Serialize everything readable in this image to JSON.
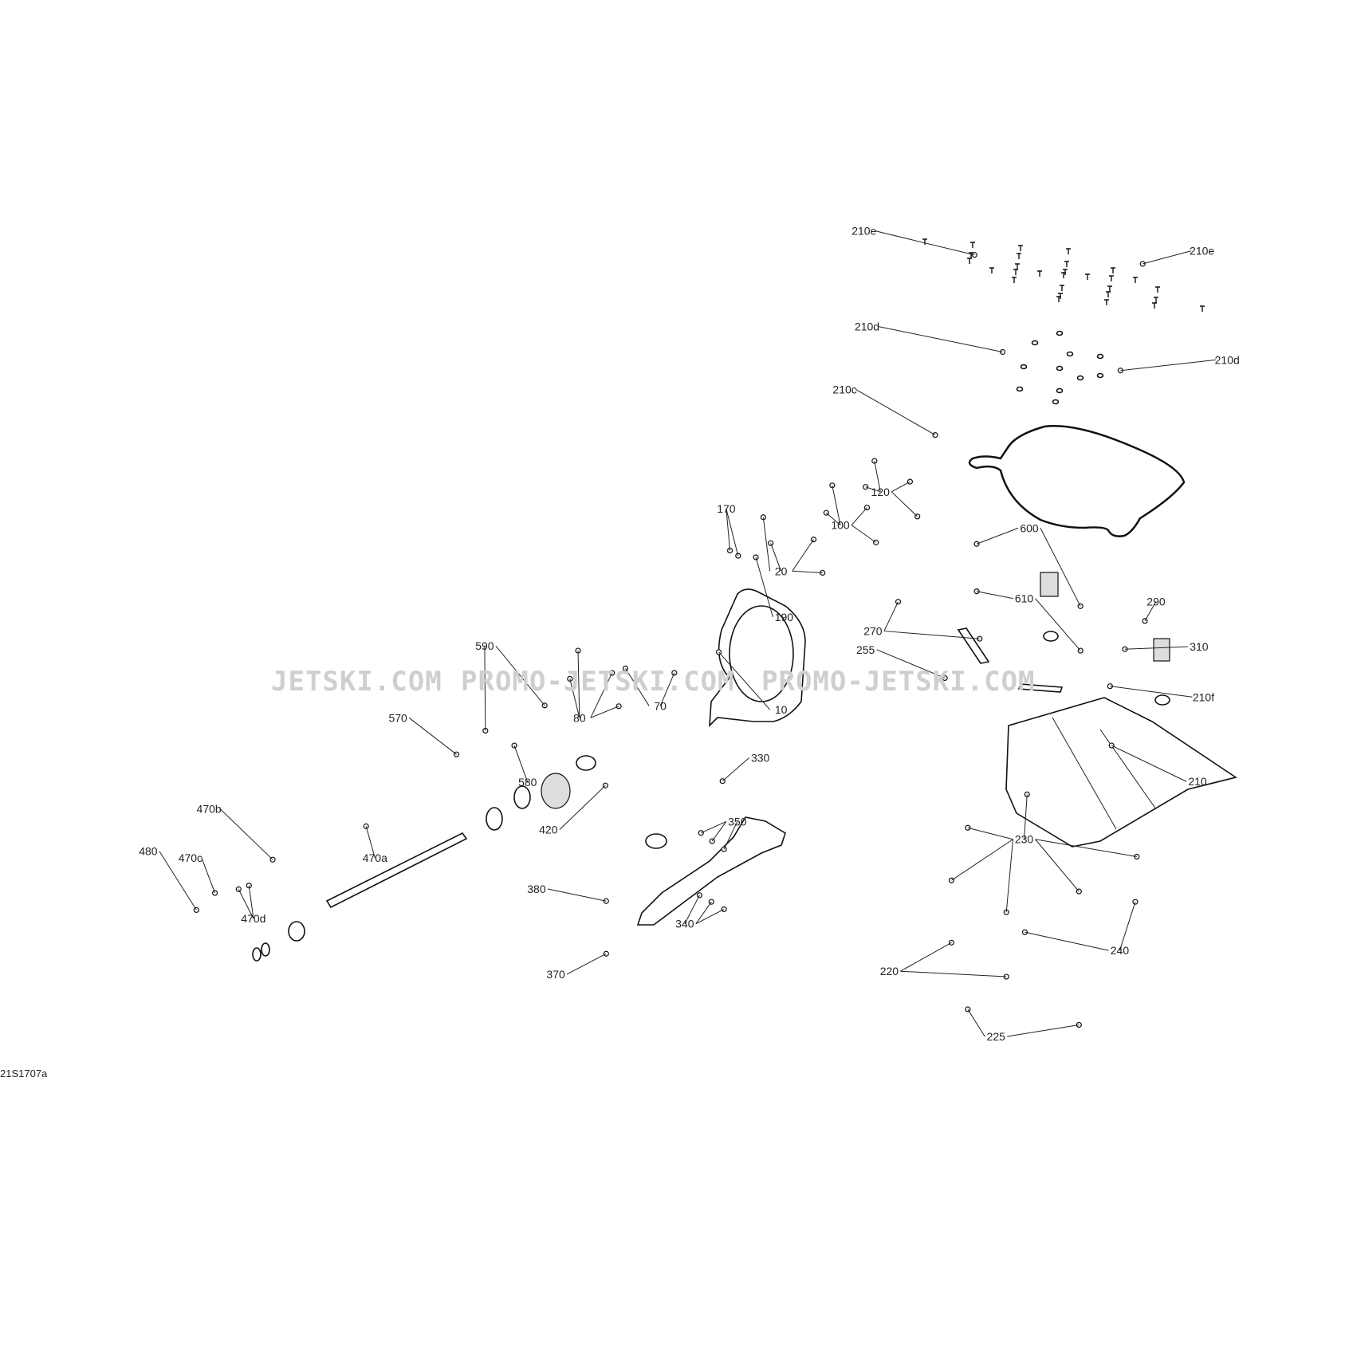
{
  "diagram_code": "21S1707a",
  "watermark": [
    "JETSKI.COM",
    "PROMO-JETSKI.COM",
    "PROMO-JETSKI.COM"
  ],
  "labels": [
    "210e",
    "210e",
    "210d",
    "210d",
    "210c",
    "120",
    "170",
    "100",
    "20",
    "600",
    "190",
    "610",
    "290",
    "270",
    "310",
    "255",
    "210f",
    "80",
    "70",
    "10",
    "590",
    "570",
    "330",
    "580",
    "210",
    "420",
    "350",
    "470b",
    "470a",
    "480",
    "470c",
    "470d",
    "230",
    "380",
    "340",
    "240",
    "370",
    "220",
    "225"
  ]
}
